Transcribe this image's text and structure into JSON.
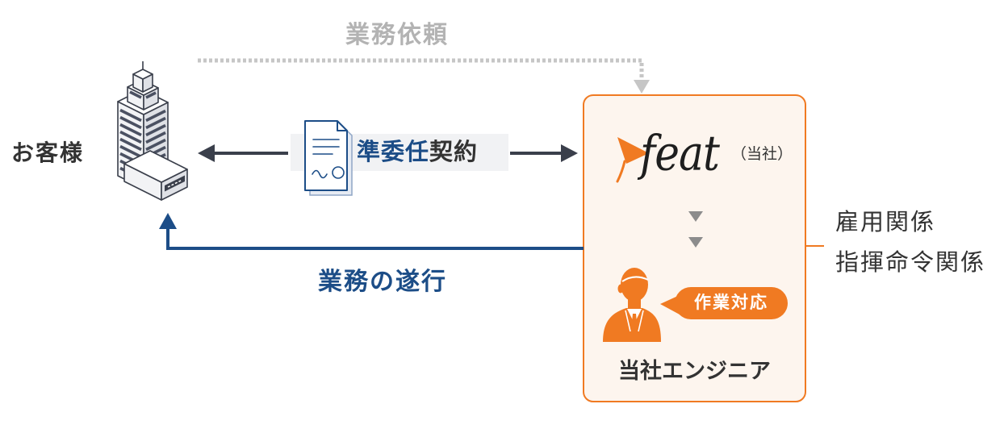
{
  "colors": {
    "orange": "#f07a22",
    "blue": "#1c4d87",
    "dark": "#3a3f4b",
    "text": "#333333",
    "gray": "#b5b5b5",
    "peach": "#fdf5ee"
  },
  "request": {
    "label": "業務依頼"
  },
  "client": {
    "label": "お客様",
    "icon": "office-building-icon"
  },
  "contract": {
    "type": "準委任",
    "word": "契約",
    "icon": "contract-document-icon"
  },
  "execution": {
    "label": "業務の遂行"
  },
  "company": {
    "logo_text": "feat",
    "suffix": "（当社）",
    "logo_mark": "feat-logo-mark-icon"
  },
  "engineer": {
    "task_bubble": "作業対応",
    "label": "当社エンジニア",
    "icon": "engineer-person-icon"
  },
  "relations": [
    "雇用関係",
    "指揮命令関係"
  ]
}
